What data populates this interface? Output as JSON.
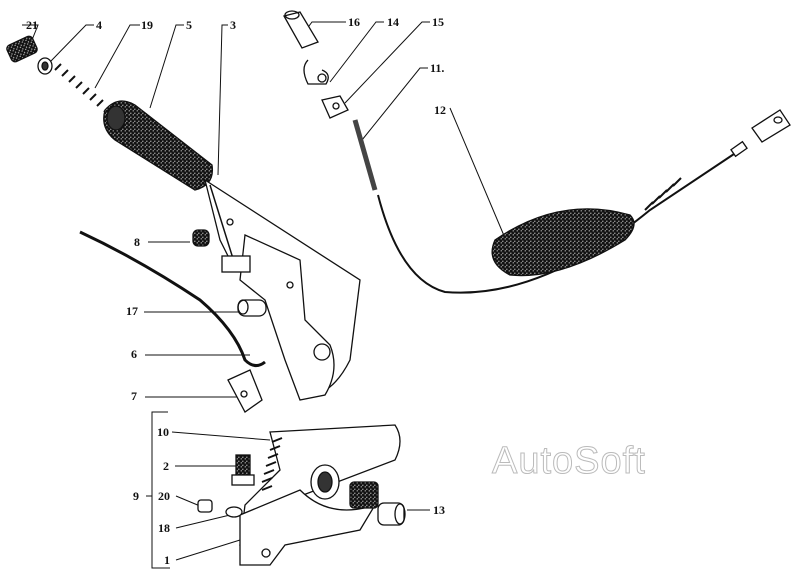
{
  "diagram": {
    "labels": {
      "p21": "21",
      "p4": "4",
      "p19": "19",
      "p5": "5",
      "p3": "3",
      "p16": "16",
      "p14": "14",
      "p15": "15",
      "p11": "11.",
      "p12": "12",
      "p8": "8",
      "p17": "17",
      "p6": "6",
      "p7": "7",
      "p10": "10",
      "p2": "2",
      "p9": "9",
      "p20": "20",
      "p18": "18",
      "p1": "1",
      "p13": "13"
    },
    "watermark": "AutoSoft"
  }
}
